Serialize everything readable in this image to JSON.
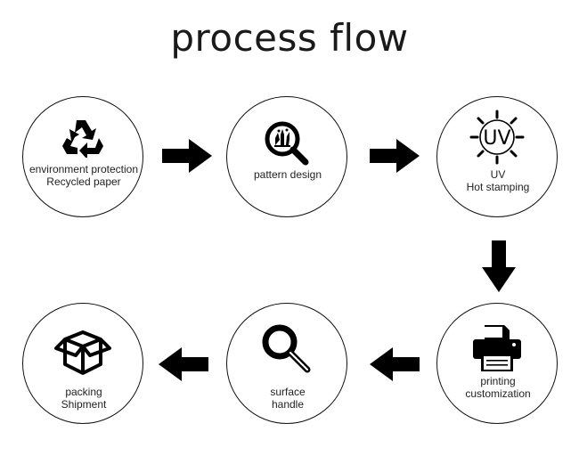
{
  "title": "process flow",
  "steps": [
    {
      "line1": "environment protection",
      "line2": "Recycled paper",
      "icon": "recycle-icon"
    },
    {
      "line1": "pattern design",
      "line2": "",
      "icon": "magnifier-pattern-icon"
    },
    {
      "line1": "UV",
      "line2": "Hot stamping",
      "icon": "uv-sun-icon",
      "icon_text": "UV"
    },
    {
      "line1": "printing",
      "line2": "customization",
      "icon": "printer-icon"
    },
    {
      "line1": "surface",
      "line2": "handle",
      "icon": "magnifier-icon"
    },
    {
      "line1": "packing",
      "line2": "Shipment",
      "icon": "box-icon"
    }
  ]
}
